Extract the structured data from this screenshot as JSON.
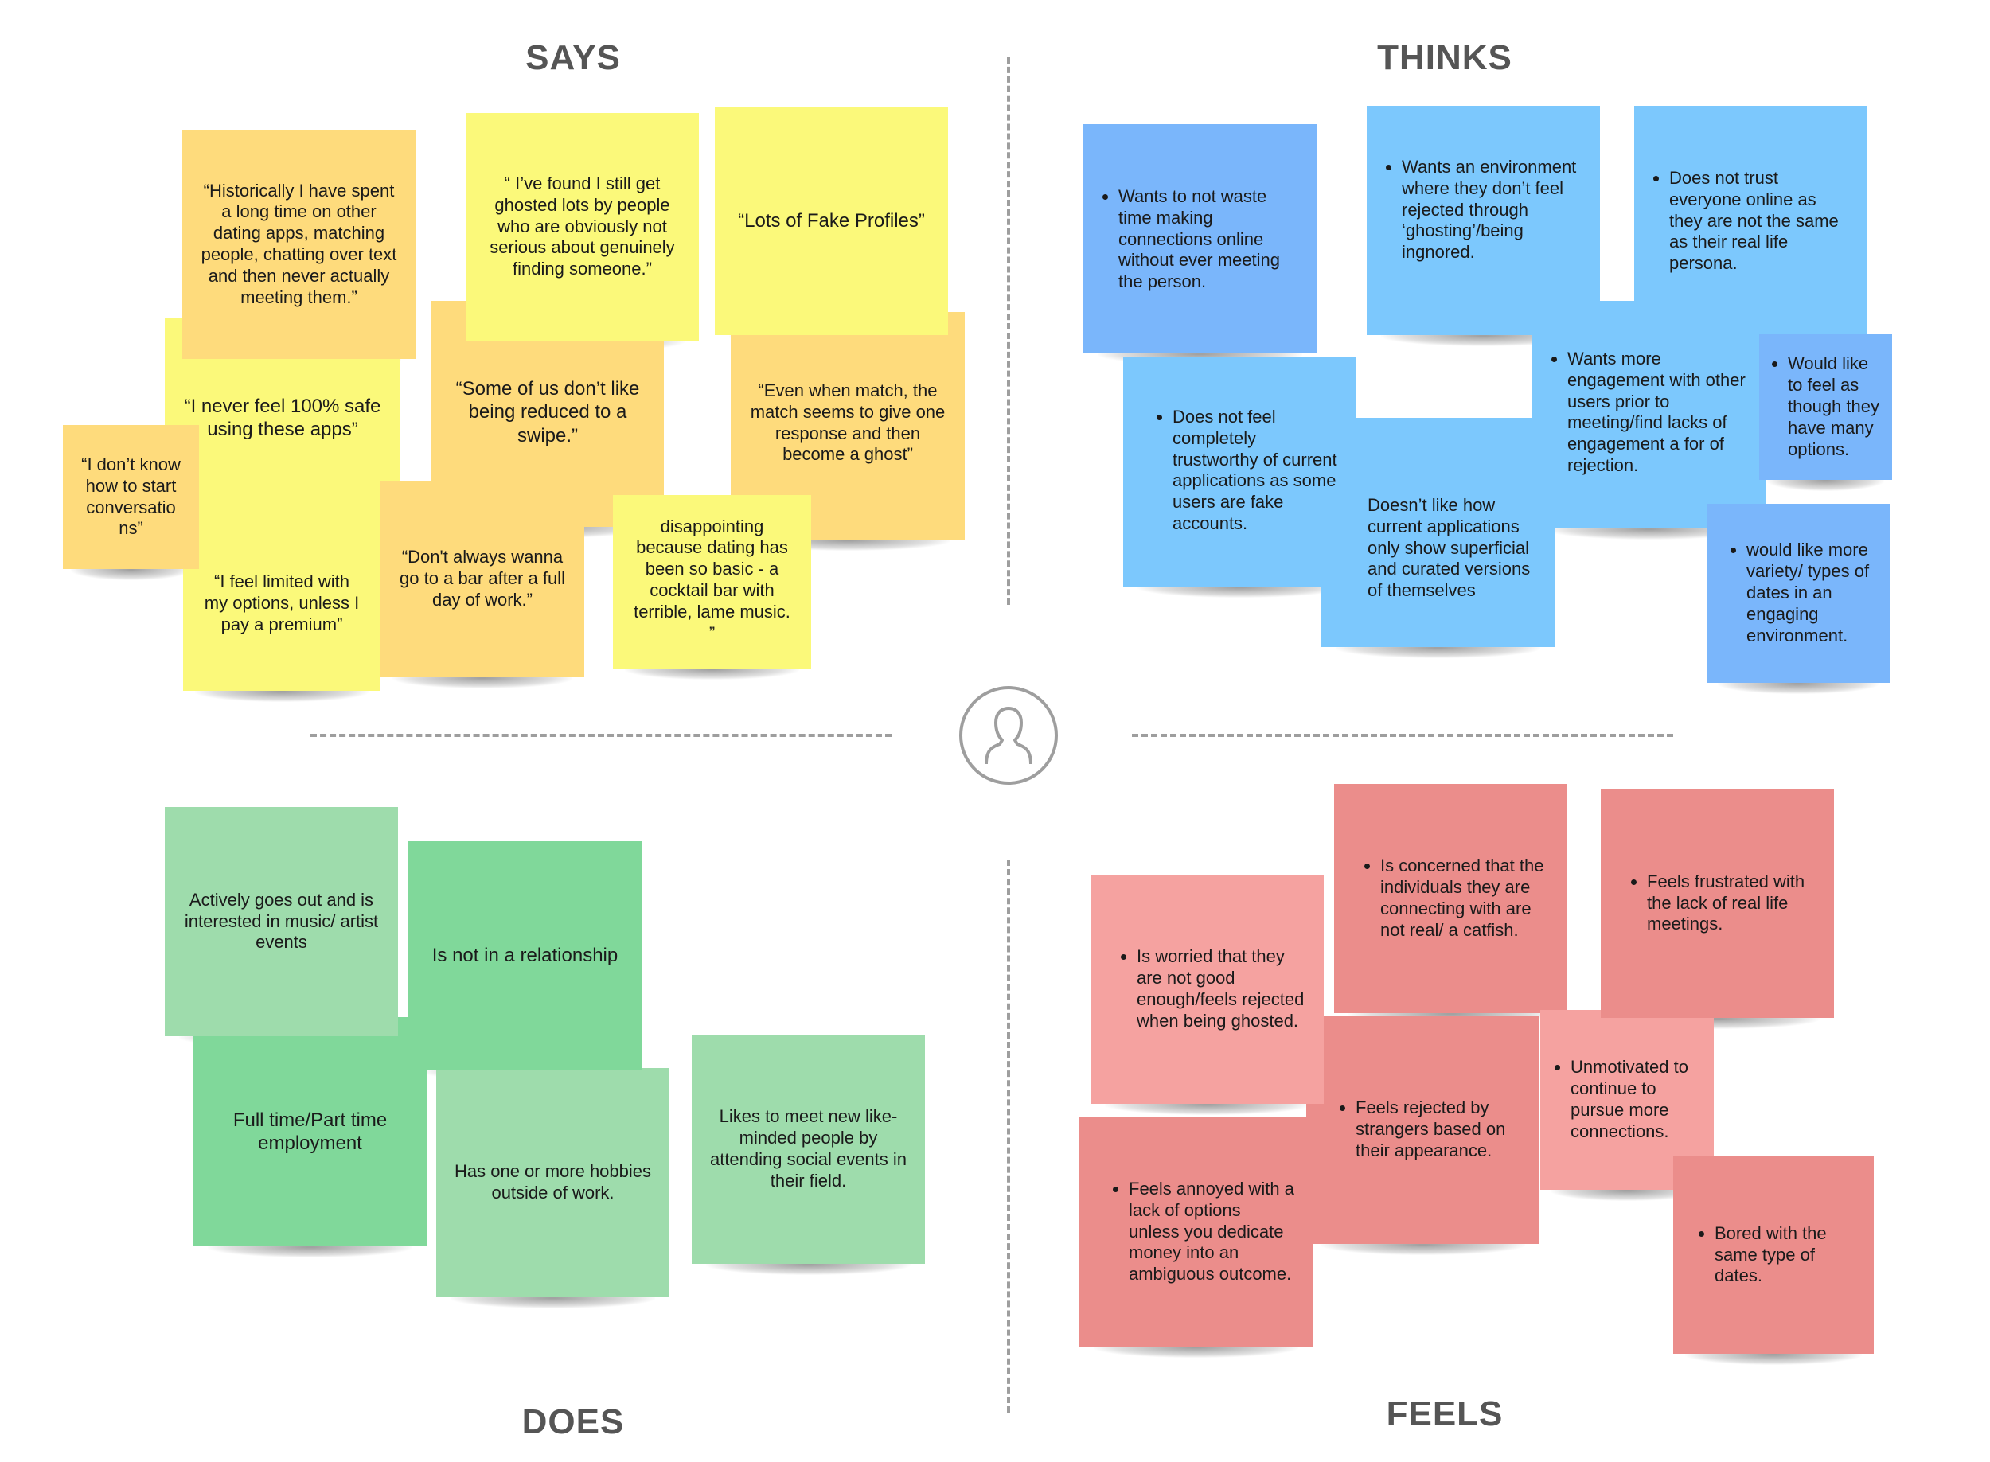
{
  "titles": {
    "says": "SAYS",
    "thinks": "THINKS",
    "does": "DOES",
    "feels": "FEELS"
  },
  "persona_icon": "user-silhouette-icon",
  "colors": {
    "yellow": "#fbf97a",
    "orange": "#fedb7c",
    "blue_dark": "#7ab6fb",
    "blue_light": "#7cc8fd",
    "green_light": "#9edcac",
    "green_dark": "#80d89a",
    "red_light": "#f5a2a0",
    "red_dark": "#eb8d8b"
  },
  "says": [
    "“I never feel 100% safe using these apps”",
    "“I feel limited with my options, unless I pay a premium”",
    "“Don't always wanna go to a bar after a full day of work.”",
    "“Some of us don’t like being reduced to a swipe.”",
    "“Historically I have spent a long time on other dating apps, matching people, chatting over text and then never actually meeting them.”",
    "“I don’t know how to start conversatio ns”",
    "“ I’ve found I still get ghosted lots by people who are obviously not serious about genuinely finding someone.”",
    "“Even when match, the match seems to give one response and then become a ghost”",
    "“Lots of Fake Profiles”",
    "disappointing because dating has been so basic - a cocktail bar with terrible, lame music. ”"
  ],
  "thinks": [
    "Doesn’t like how current applications only show superficial and curated versions of themselves",
    "Wants to not waste time making connections online without ever meeting the person.",
    "Does not feel completely trustworthy of current applications as some users are fake accounts.",
    "Wants an environment where they don’t feel rejected through ‘ghosting’/being ingnored.",
    "Wants more engagement with other users prior to meeting/find lacks of engagement a for of rejection.",
    "Does not trust everyone online as they are not the same as their real life persona.",
    "Would like to feel as though they have many options.",
    "would like more variety/ types of dates in an engaging environment."
  ],
  "does": [
    "Full time/Part time employment",
    "Actively goes out and is interested in music/ artist events",
    "Has one or more hobbies outside of work.",
    "Is not in a relationship",
    "Likes to meet new like-minded people by attending social events in their field."
  ],
  "feels": [
    "Feels rejected by strangers based on their appearance.",
    "Is worried that they are not good enough/feels rejected when being ghosted.",
    "Feels annoyed with a lack of options unless you dedicate money into an ambiguous outcome.",
    "Is concerned that the individuals they are connecting with are not real/ a catfish.",
    "Unmotivated to continue to pursue more connections.",
    "Feels frustrated with the lack of real life meetings.",
    "Bored with the same type of dates."
  ]
}
